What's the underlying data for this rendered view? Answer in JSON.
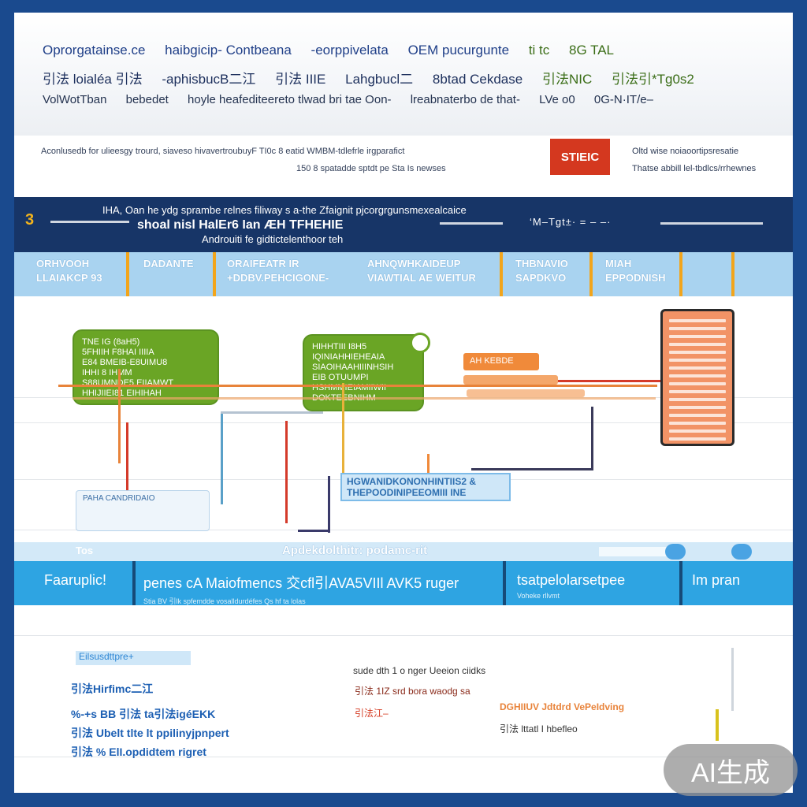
{
  "header": {
    "row1": [
      "Oprorgatainse.ce",
      "haibgicip- Contbeana",
      "-eorppivelata",
      "OEM pucurgunte",
      "ti tc",
      "8G TAL"
    ],
    "row2": [
      "引法 loialéa 引法",
      "-aphisbucB二江",
      "引法 IIIE",
      "Lahgbucl二",
      "8btad Cekdase",
      "引法NIC",
      "引法引*Tg0s2"
    ],
    "row3": [
      "VolWotTban",
      "bebedet",
      "hoyle heafediteereto tlwad bri tae Oon-",
      "lreabnaterbo de that-",
      "LVe o0",
      "0G-N·IT/e–"
    ]
  },
  "subtitle": {
    "line1": "Aconlusedb for ulieesgy trourd, siaveso hivavertroubuyF TI0c 8 eatid WMBM-tdlefrle irgparafict",
    "line2": "150 8 spatadde sptdt pe Sta Is newses"
  },
  "stamp": "STIEIC",
  "side_note": {
    "line1": "Oltd wise noiaoortipsresatie",
    "line2": "Thatse abbill lel-tbdlcs/rrhewnes"
  },
  "banner": {
    "number": "3",
    "line1": "IHA, Oan  he ydg sprambe relnes filiway s a-the Zfaignit pjcorgrgunsmexealcaice",
    "line2": "shoal nisl HalEr6 Ian ÆH TFHEHIE",
    "line3": "Androuiti fe gidtictelenthoor teh",
    "right": "‘M–Tgt±· = – –·"
  },
  "stages": [
    {
      "line1": "ORHVOOH",
      "line2": "LLAIAKCP 93"
    },
    {
      "line1": "",
      "line2": "DADANTE"
    },
    {
      "line1": "ORAIFEATR IR",
      "line2": "+DDBV.PEHCIGONE-"
    },
    {
      "line1": "AHNQWHKAIDEUP",
      "line2": "VIAWTIAL AE WEITUR"
    },
    {
      "line1": "THBNAVIO",
      "line2": "SAPDKVO"
    },
    {
      "line1": "MIAH",
      "line2": "EPPODNISH"
    }
  ],
  "diagram": {
    "green_box_1": [
      "TNE IG (8aH5)",
      "5FHIIH F8HAI IIIIA",
      "E84 BMEIB-E8UIMU8",
      "IHHI 8 IHMM",
      "S88UMNDE5 EIIAMWT",
      "HHIJIIEI81 EIHIHAH"
    ],
    "green_box_2": [
      "HIHHTIII I8H5",
      "IQINIAHHIEHEAIA",
      "SIAOIHAAHIIINHSIH",
      "EIB OTUUMPI",
      "HSHMMIEIAMIIWII",
      "DOKTEEBNIHM"
    ],
    "orange_bar": "AH KEBDE",
    "blue_note": [
      "HGWANIDKONONHINTIIS2 &",
      "THEPOODINIPEEOMIII INE"
    ],
    "device_sketch": "PAHA CANDRIDAIO"
  },
  "mid_strip": {
    "left": "Tos",
    "center": "Apdekdolthitr: podamc-rit"
  },
  "footer_tabs": [
    {
      "label": "Faaruplic!",
      "sub": ""
    },
    {
      "label": "penes cA Maiofmencs 交cfl引AVA5VIIl AVK5 ruger",
      "sub": "Stia BV 引lk spfemdde vosalldurdéfes Qs hf ta lolas"
    },
    {
      "label": "tsatpelolarsetpee",
      "sub": "Voheke rllvmt"
    },
    {
      "label": "Im pran",
      "sub": ""
    }
  ],
  "legend": {
    "head": "Eilsusdttpre+",
    "items": [
      "引法Hirfimc二江",
      "%-+s BB 引法 ta引法igéEKK",
      "引法 Ubelt tlte lt ppilinyjpnpert",
      "引法 % ElI.opdidtem rigret"
    ]
  },
  "notes": {
    "line1": "sude dth 1 o nger Ueeion ciidks",
    "line2": "引法 1IZ srd bora waodg sa",
    "line3": "引法江–",
    "line4": "DGHIIUV Jdtdrd VePeIdving",
    "line5": "引法 lttatl I hbefleo"
  },
  "watermark": "AI生成",
  "colors": {
    "frame": "#1a4a8e",
    "banner": "#173567",
    "stage_bar": "#a9d3f0",
    "accent_orange": "#f2a51c",
    "green": "#6aa525",
    "footer_blue": "#2ea4e2",
    "stamp_red": "#d4381f"
  }
}
